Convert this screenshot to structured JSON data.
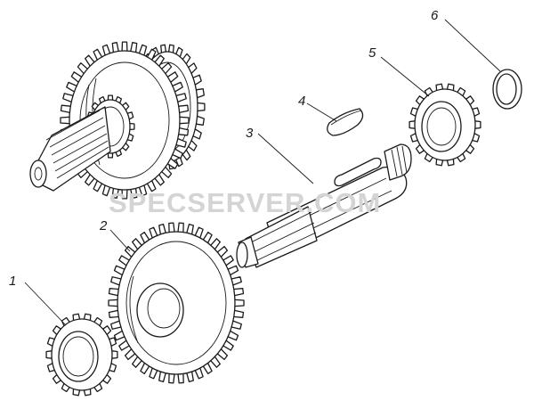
{
  "watermark": "SPECSERVER.COM",
  "callouts": [
    {
      "id": "1",
      "label": "1"
    },
    {
      "id": "2",
      "label": "2"
    },
    {
      "id": "3",
      "label": "3"
    },
    {
      "id": "4",
      "label": "4"
    },
    {
      "id": "5",
      "label": "5"
    },
    {
      "id": "6",
      "label": "6"
    }
  ]
}
